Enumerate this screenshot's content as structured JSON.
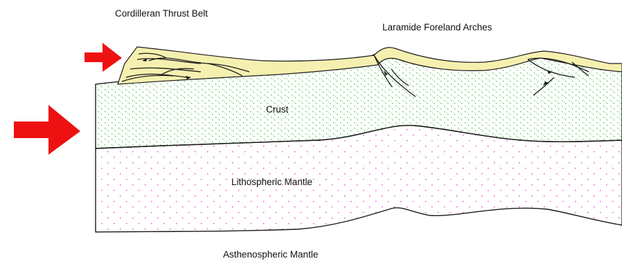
{
  "labels": {
    "cordilleran": "Cordilleran Thrust Belt",
    "laramide": "Laramide Foreland Arches",
    "crust": "Crust",
    "lithospheric": "Lithospheric Mantle",
    "asthenospheric": "Asthenospheric Mantle"
  },
  "colors": {
    "arrow": "#ee1111",
    "sediment_fill": "#f6f0b0",
    "crust_dot": "#3ec03e",
    "mantle_dot": "#e640c8",
    "outline": "#1a1a1a"
  },
  "icons": {
    "large_arrow": "arrow-right-icon",
    "small_arrow": "arrow-right-icon"
  }
}
